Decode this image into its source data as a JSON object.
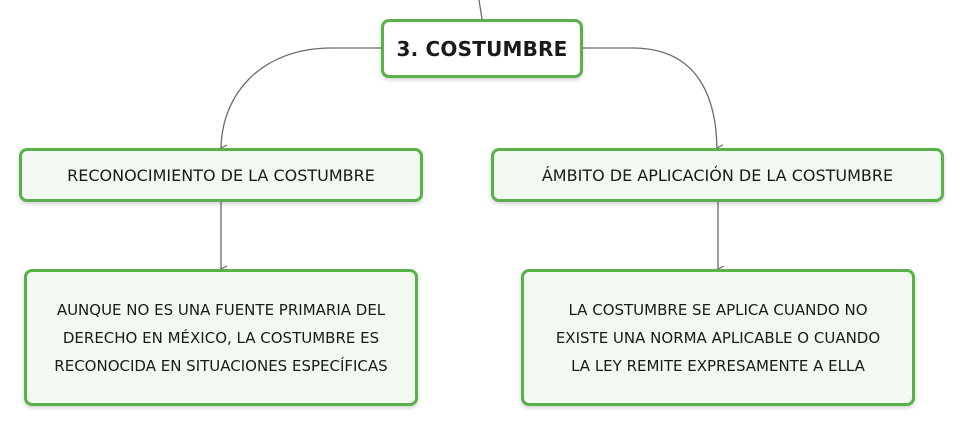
{
  "diagram": {
    "root": {
      "label": "3. COSTUMBRE"
    },
    "branches": [
      {
        "label": "RECONOCIMIENTO DE LA COSTUMBRE",
        "detail_lines": [
          "AUNQUE NO ES UNA FUENTE PRIMARIA DEL",
          "DERECHO EN MÉXICO, LA COSTUMBRE ES",
          "RECONOCIDA EN SITUACIONES ESPECÍFICAS"
        ]
      },
      {
        "label": "ÁMBITO DE APLICACIÓN DE LA COSTUMBRE",
        "detail_lines": [
          "LA COSTUMBRE SE APLICA CUANDO NO",
          "EXISTE UNA NORMA APLICABLE O CUANDO",
          "LA LEY REMITE EXPRESAMENTE A ELLA"
        ]
      }
    ],
    "colors": {
      "node_border": "#5ab04a",
      "node_fill": "#f2f9f1",
      "connector": "#6b6b6b"
    }
  }
}
